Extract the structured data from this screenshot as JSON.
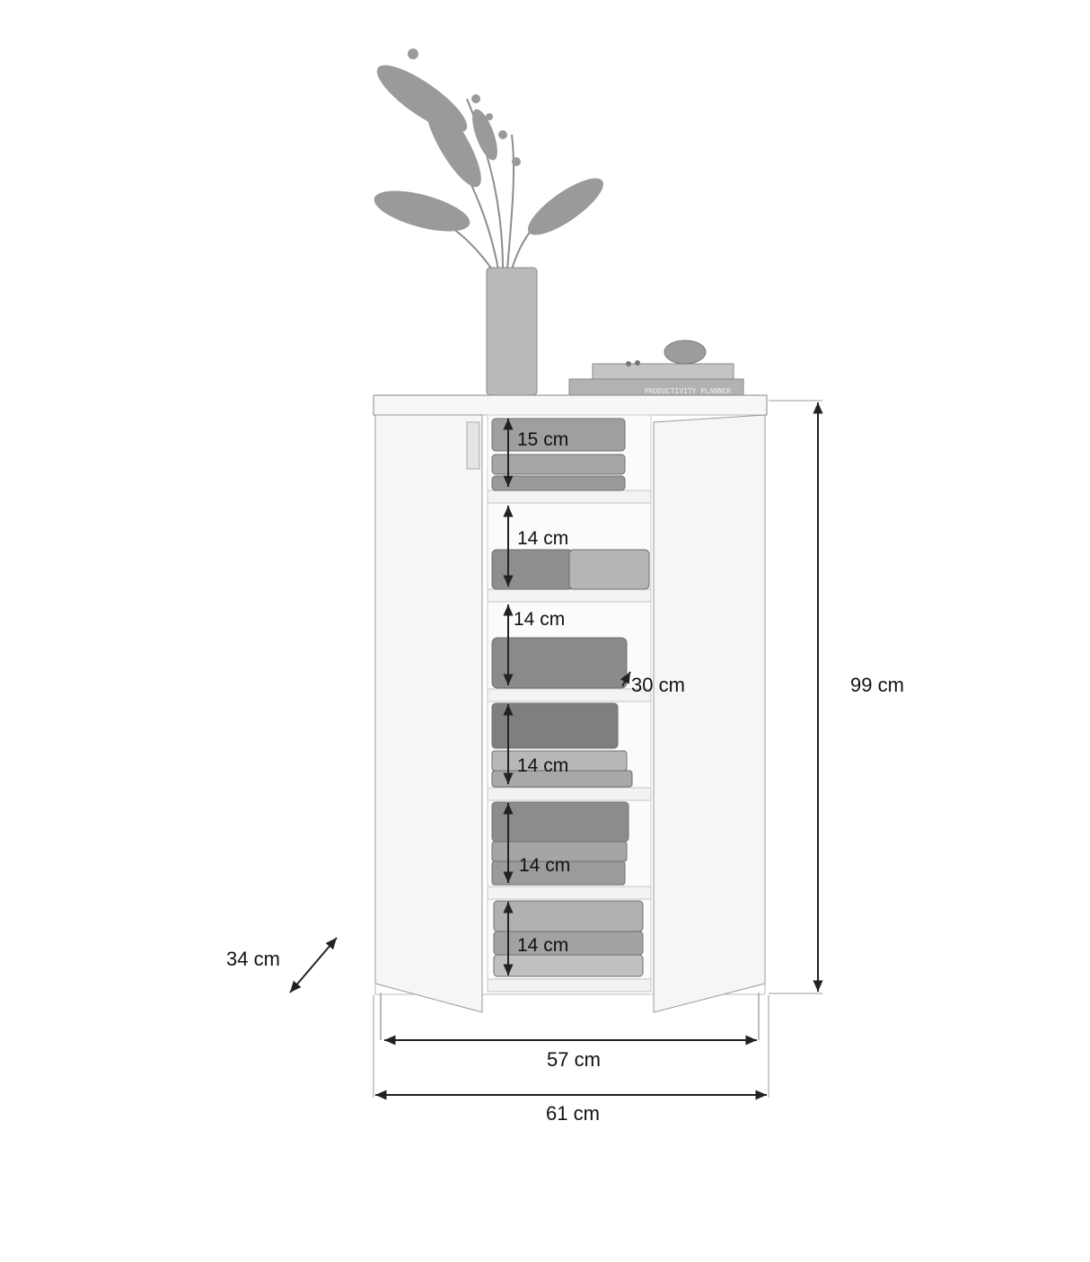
{
  "dimensions": {
    "height_total": "99 cm",
    "depth": "34 cm",
    "width_inner": "57 cm",
    "width_total": "61 cm",
    "shelf_depth": "30 cm"
  },
  "shelves": [
    {
      "label": "15 cm"
    },
    {
      "label": "14 cm"
    },
    {
      "label": "14 cm"
    },
    {
      "label": "14 cm"
    },
    {
      "label": "14 cm"
    },
    {
      "label": "14 cm"
    }
  ],
  "book_label": "PRODUCTIVITY PLANNER",
  "colors": {
    "cabinet": "#f7f7f7",
    "outline": "#888888",
    "dimension_line": "#222222",
    "clothes": "#9a9a9a",
    "plant": "#8c8c8c"
  }
}
